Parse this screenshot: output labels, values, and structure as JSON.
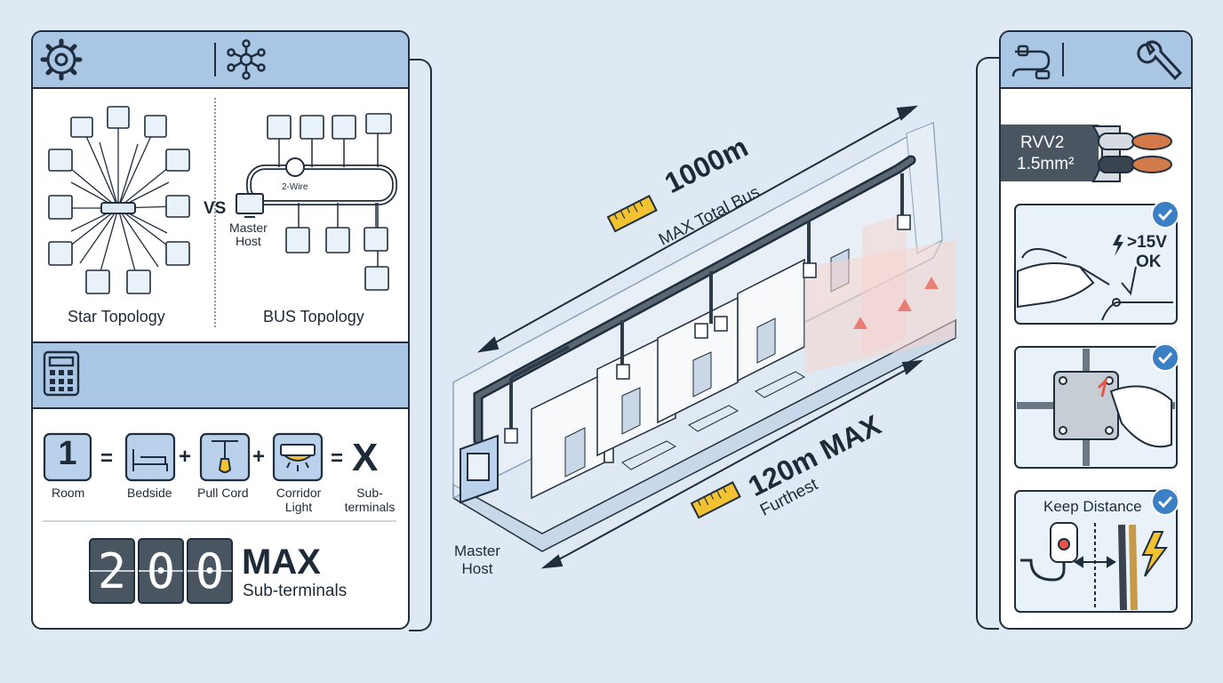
{
  "left_panel": {
    "topology": {
      "star_label": "Star Topology",
      "vs": "VS",
      "bus_label": "BUS Topology",
      "two_wire": "2-Wire",
      "master_host": "Master\nHost"
    },
    "calc": {
      "one": "1",
      "equals": "=",
      "plus": "+",
      "x": "X",
      "room": "Room",
      "bedside": "Bedside",
      "pull_cord": "Pull Cord",
      "corridor_light": "Corridor\nLight",
      "sub_terminals": "Sub-\nterminals",
      "max_digits": [
        "2",
        "0",
        "0"
      ],
      "max_word": "MAX",
      "max_sub": "Sub-terminals"
    }
  },
  "center": {
    "total_bus_value": "1000m",
    "total_bus_label": "MAX Total Bus",
    "furthest_value": "120m MAX",
    "furthest_label": "Furthest",
    "master_host": "Master\nHost"
  },
  "right_panel": {
    "cable_type": "RVV2",
    "cable_size": "1.5mm²",
    "voltage_text": ">15V",
    "ok_text": "OK",
    "keep_distance": "Keep Distance"
  },
  "colors": {
    "header_blue": "#a9c6e4",
    "outline": "#1f2d3d",
    "ruler_yellow": "#f2c230",
    "warning_red": "#e8564a",
    "check_blue": "#3b7fc4"
  }
}
